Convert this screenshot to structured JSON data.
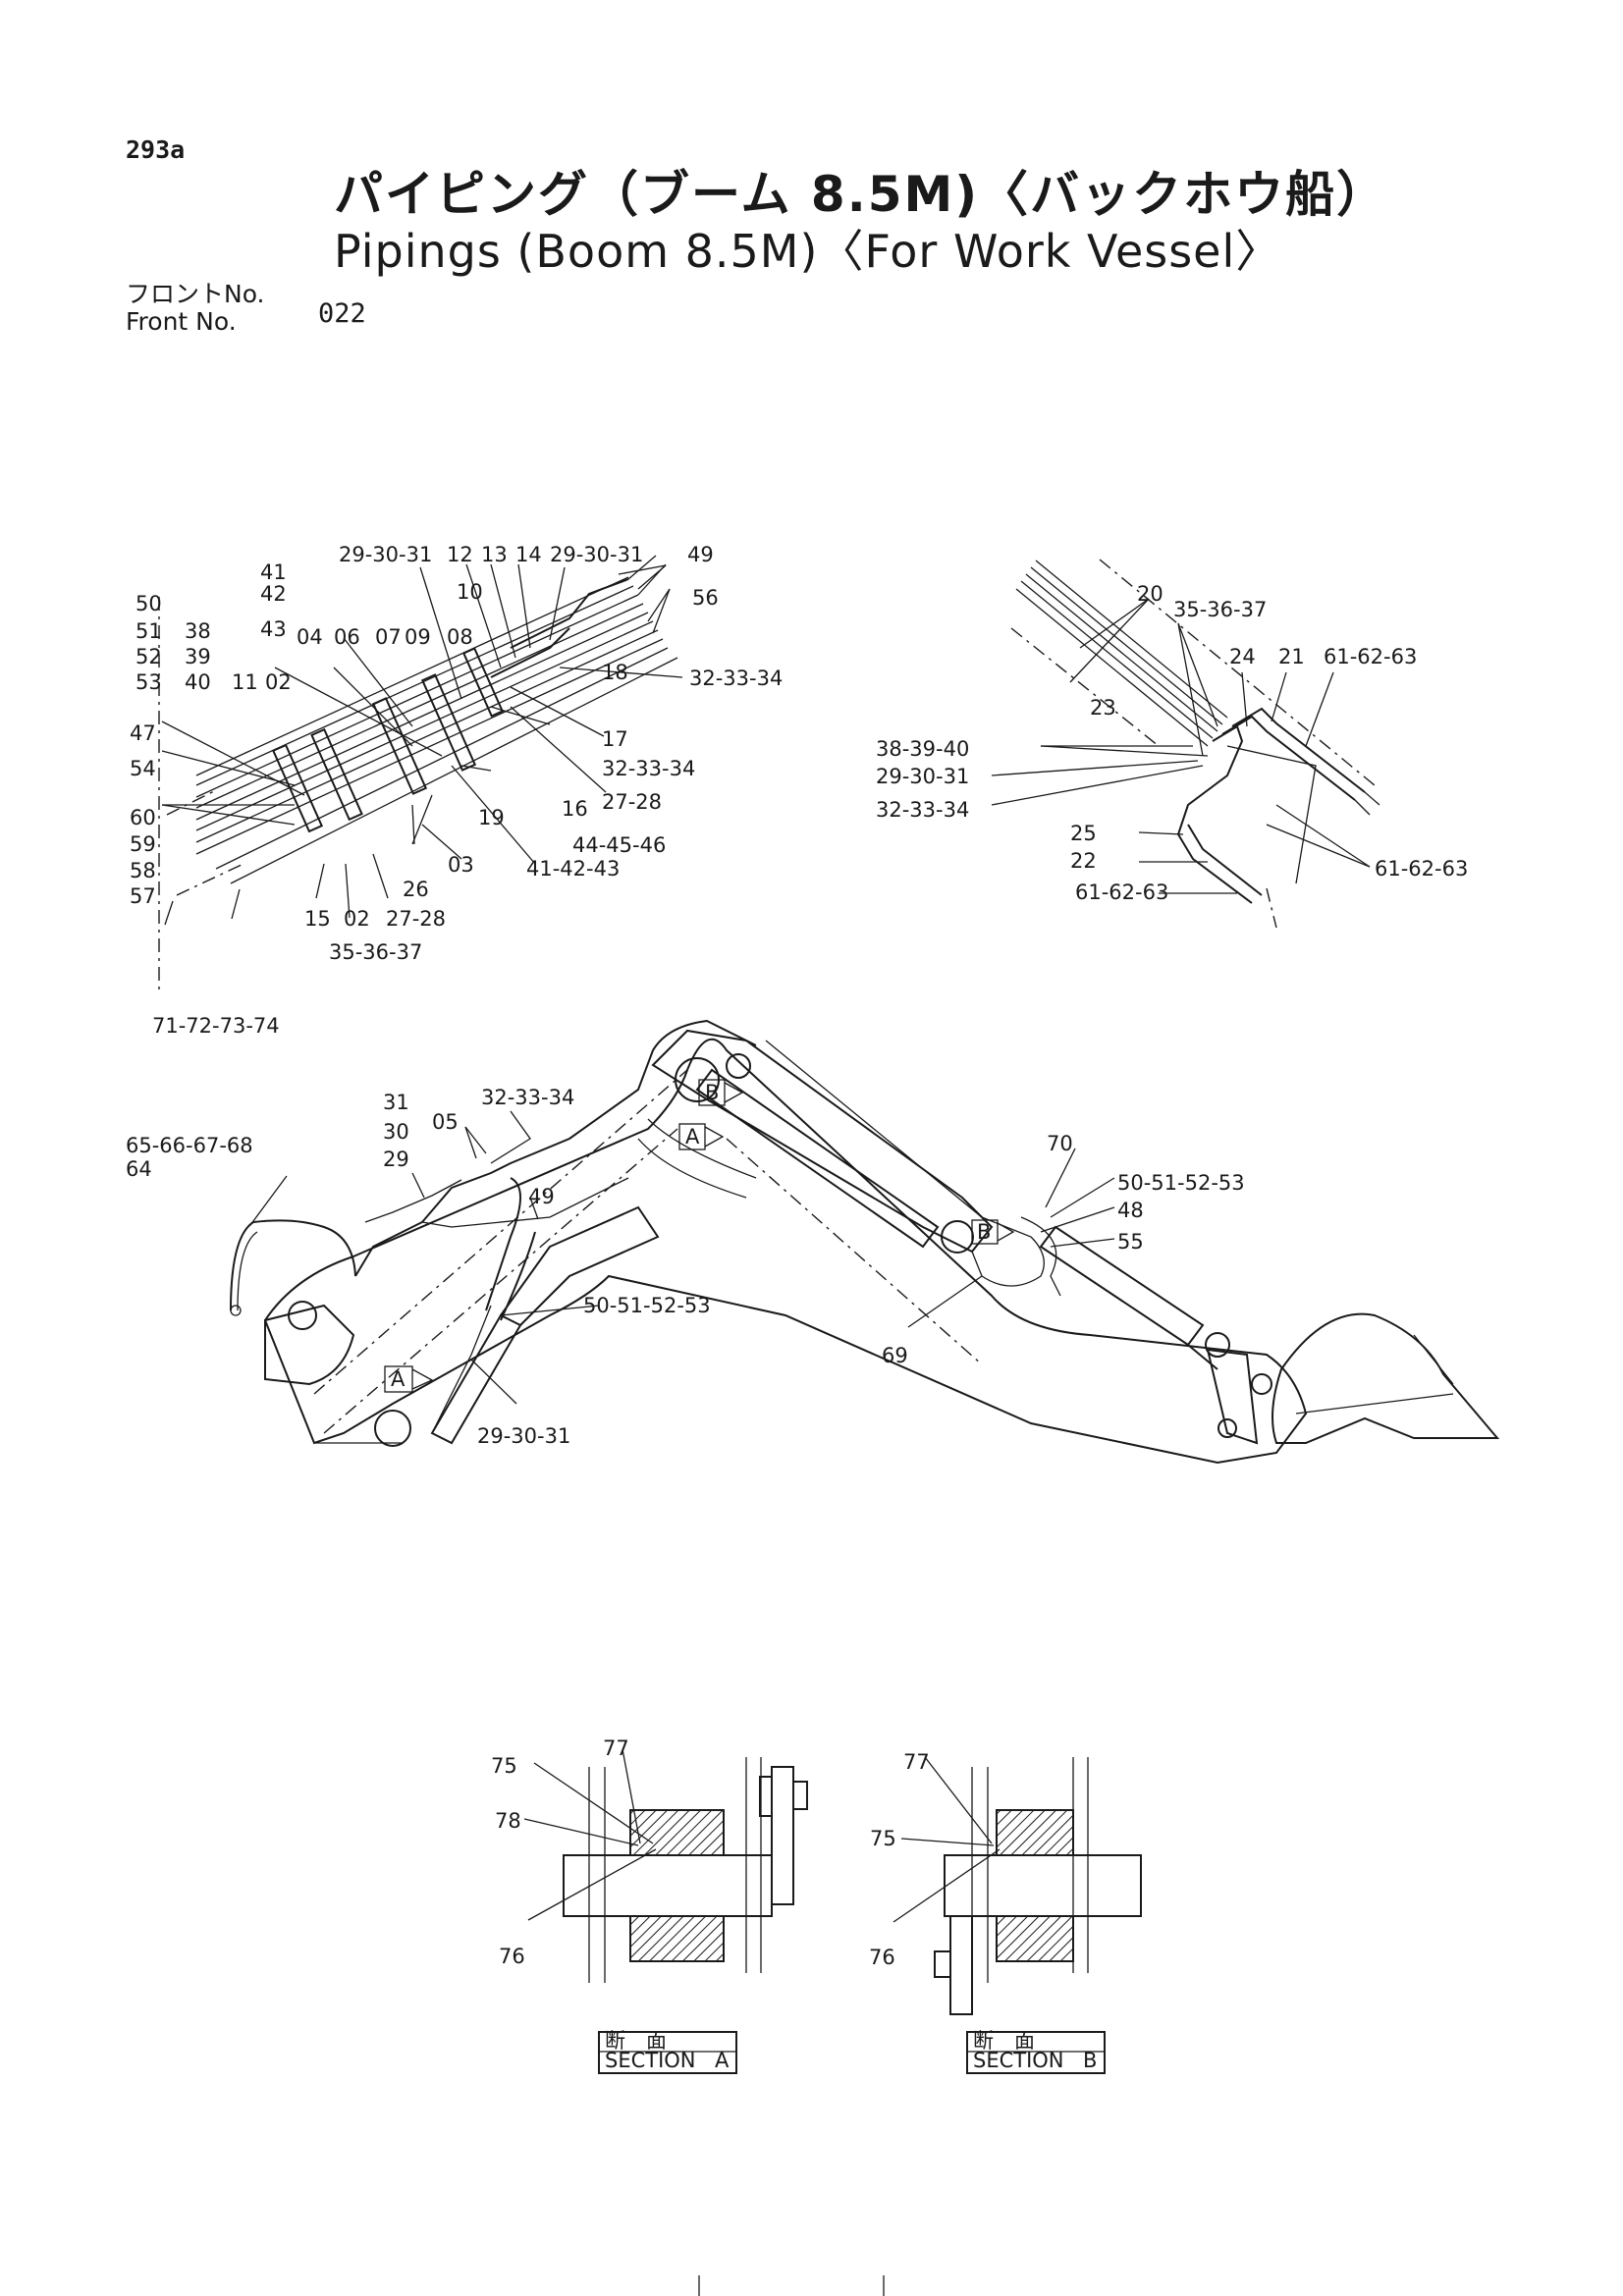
{
  "page_number": "293a",
  "title": {
    "japanese": "パイピング（ブーム 8.5M)〈バックホウ船）",
    "english": "Pipings (Boom 8.5M)〈For Work Vessel〉"
  },
  "front": {
    "label_ja": "フロントNo.",
    "label_en": "Front   No.",
    "value": "022"
  },
  "callouts": {
    "top_left": [
      "29-30-31",
      "12",
      "13",
      "14",
      "29-30-31",
      "49",
      "56",
      "41",
      "42",
      "43",
      "50",
      "51",
      "52",
      "53",
      "38",
      "39",
      "40",
      "04",
      "06",
      "07",
      "09",
      "08",
      "10",
      "11",
      "02",
      "32-33-34",
      "18",
      "47",
      "17",
      "54",
      "32-33-34",
      "27-28",
      "60",
      "59",
      "58",
      "57",
      "16",
      "44-45-46",
      "19",
      "41-42-43",
      "03",
      "26",
      "15",
      "02",
      "27-28",
      "35-36-37",
      "71-72-73-74"
    ],
    "top_right": [
      "20",
      "35-36-37",
      "24",
      "21",
      "61-62-63",
      "23",
      "38-39-40",
      "29-30-31",
      "32-33-34",
      "25",
      "22",
      "61-62-63",
      "61-62-63"
    ],
    "main": [
      "31",
      "30",
      "29",
      "32-33-34",
      "05",
      "65-66-67-68",
      "64",
      "49",
      "50-51-52-53",
      "29-30-31",
      "70",
      "50-51-52-53",
      "48",
      "55",
      "69"
    ],
    "section_a": [
      "75",
      "77",
      "78",
      "76"
    ],
    "section_b": [
      "77",
      "75",
      "76"
    ]
  },
  "markers": {
    "a": "A",
    "b": "B"
  },
  "sections": {
    "a": {
      "kanji": "断　面",
      "label": "SECTION",
      "letter": "A"
    },
    "b": {
      "kanji": "断　面",
      "label": "SECTION",
      "letter": "B"
    }
  }
}
